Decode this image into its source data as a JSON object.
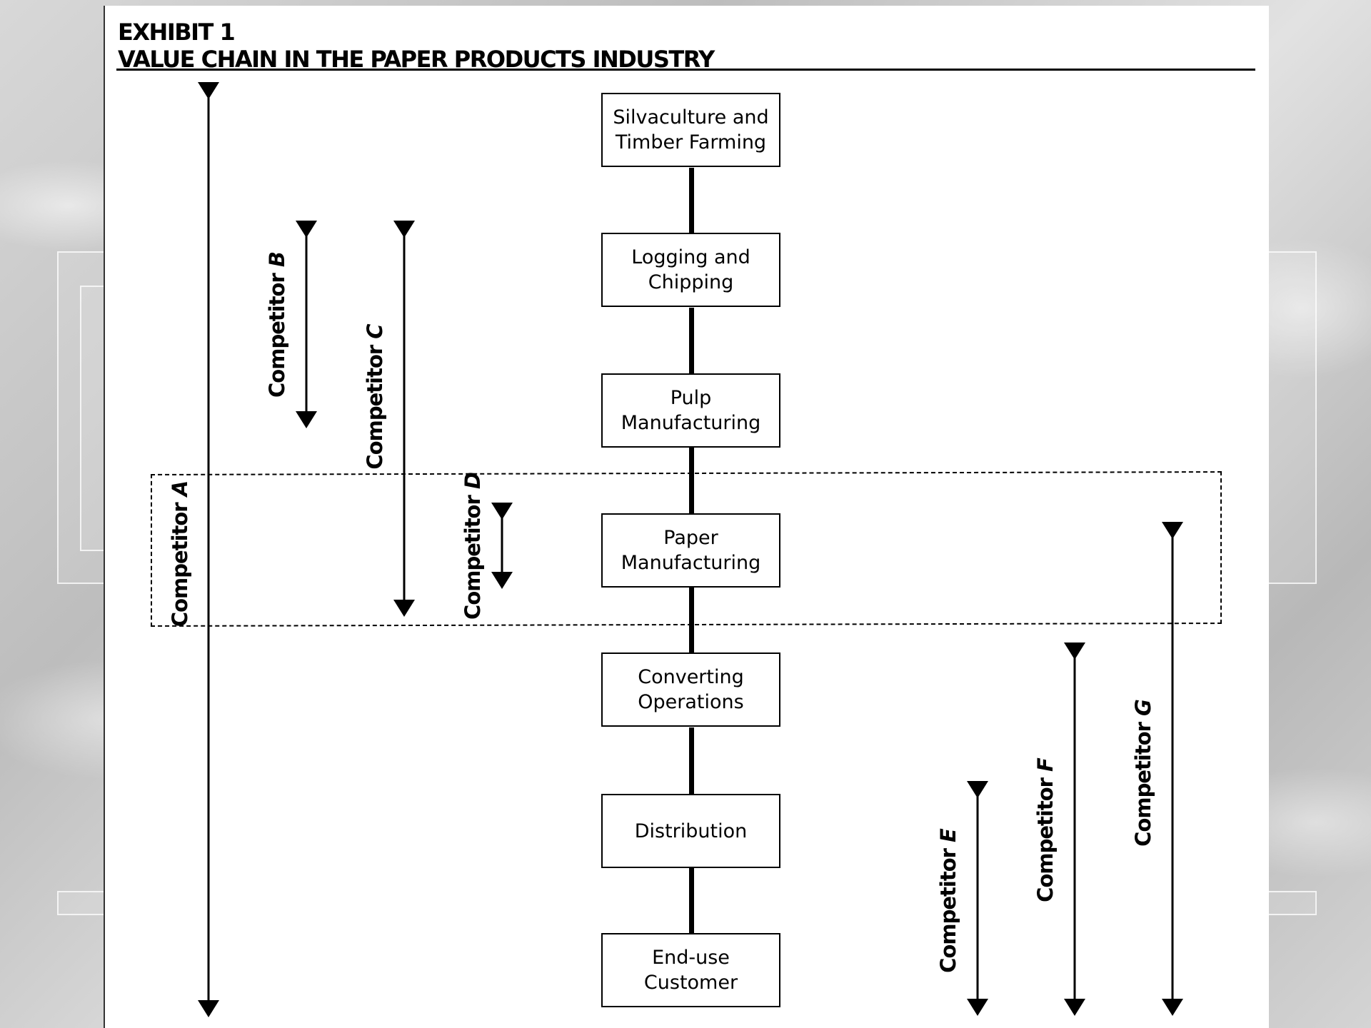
{
  "exhibit": {
    "line1": "EXHIBIT 1",
    "line2": "VALUE CHAIN IN THE PAPER PRODUCTS INDUSTRY"
  },
  "stages": [
    {
      "line1": "Silvaculture and",
      "line2": "Timber Farming"
    },
    {
      "line1": "Logging and",
      "line2": "Chipping"
    },
    {
      "line1": "Pulp",
      "line2": "Manufacturing"
    },
    {
      "line1": "Paper",
      "line2": "Manufacturing"
    },
    {
      "line1": "Converting",
      "line2": "Operations"
    },
    {
      "line1": "Distribution",
      "line2": ""
    },
    {
      "line1": "End-use",
      "line2": "Customer"
    }
  ],
  "competitors": [
    {
      "prefix": "Competitor ",
      "letter": "A"
    },
    {
      "prefix": "Competitor ",
      "letter": "B"
    },
    {
      "prefix": "Competitor ",
      "letter": "C"
    },
    {
      "prefix": "Competitor ",
      "letter": "D"
    },
    {
      "prefix": "Competitor ",
      "letter": "E"
    },
    {
      "prefix": "Competitor ",
      "letter": "F"
    },
    {
      "prefix": "Competitor ",
      "letter": "G"
    }
  ]
}
